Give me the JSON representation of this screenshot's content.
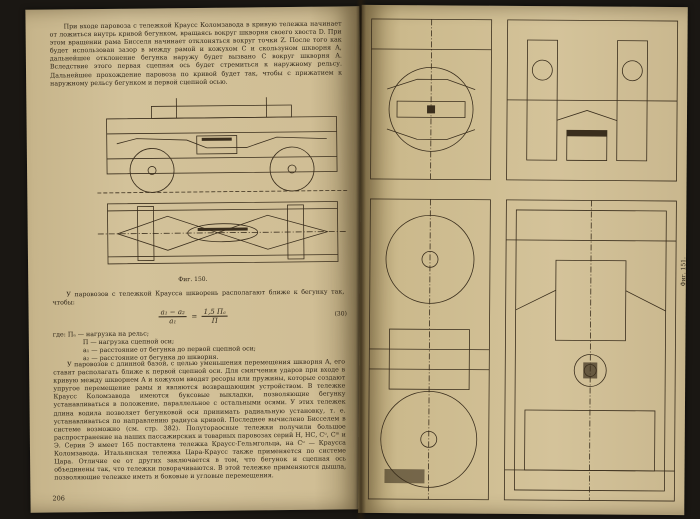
{
  "left_page": {
    "paragraph_top": "При входе паровоза с тележкой Краусс Коломзавода в кривую тележка начинает от ложиться внутрь кривой бегунком, вращаясь вокруг шкворня своего хвоста D. При этом вращении рама Бисселя начинает отклоняться вокруг точки Z. После того как будет использован зазор в между рамой и кожухом C и скользуном шкворня A, дальнейшее отклонение бегунка наружу будет вызвано С вокруг шкворня A. Вследствие этого первая сцепная ось будет стремиться к наружному рельсу. Дальнейшее прохождение паровоза по кривой будет так, чтобы с прижатием к наружному рельсу бегунком и первой сцепной осью.",
    "figure_caption": "Фиг. 150.",
    "paragraph_formula_intro": "У паровозов с тележкой Краусса шкворень располагают ближе к бегунку так, чтобы:",
    "formula": {
      "lhs_num": "a₁ − a₂",
      "lhs_den": "a₁",
      "rhs_num": "1,5 Пₐ",
      "rhs_den": "Π",
      "number": "(30)"
    },
    "legend": [
      "где: Пₐ — нагрузка на рельс;",
      "П — нагрузка сцепной оси;",
      "a₁ — расстояние от бегунка до первой сцепной оси;",
      "a₂ — расстояние от бегунка до шкворня."
    ],
    "paragraph_rest": "У паровозов с длинной базой, с целью уменьшения перемещения шкворня А, его ставят располагать ближе к первой сцепной оси. Для смягчения ударов при входе в кривую между шкворнем А и кожухом вводят ресоры или пружины, которые создают упругое перемещение рамы и являются возвращающим устройством. В тележке Краусс Коломзавода имеются буксовые выкладки, позволяющие бегунку устанавливаться в положение, параллельное с остальными осями. У этих тележек длина водила позволяет бегунковой оси принимать радиальную установку, т. е. устанавливаться по направлению радиуса кривой. Последнее вычислено Бисселем в системе возможно (см. стр. 382). Полутораосные тележки получили большое распространение на наших пассажирских и товарных паровозах серий Н, НС, Сᵘ, Сᵐ и Э. Серия Э имеет 165 поставлена тележка Краусс-Гельмгольца, на Сᵘ — Краусса Коломзавода. Итальянская тележка Цара-Краусс также применяется по системе Цара. Отличие ее от других заключается в том, что бегунок и сцепная ось объединены так, что тележки поворачиваются. В этой тележке применяются дышла, позволяющие тележке иметь и боковые и угловые перемещения.",
    "page_number": "206"
  },
  "right_page": {
    "figure_caption": "Фиг. 151."
  }
}
